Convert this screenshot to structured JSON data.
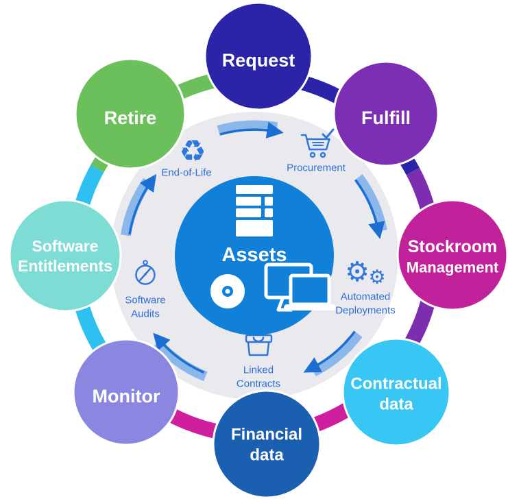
{
  "title": "Assets lifecycle circular diagram",
  "center": {
    "label": "Assets",
    "color": "#1180d8",
    "icons": [
      "server-stack-icon",
      "cd-disc-icon",
      "monitor-laptop-icon"
    ]
  },
  "outer_nodes": [
    {
      "id": "request",
      "lines": [
        "Request"
      ],
      "color": "#2b24a8"
    },
    {
      "id": "fulfill",
      "lines": [
        "Fulfill"
      ],
      "color": "#7c2fb2"
    },
    {
      "id": "stockroom-management",
      "lines": [
        "Stockroom",
        "Management"
      ],
      "color": "#c2219c"
    },
    {
      "id": "contractual-data",
      "lines": [
        "Contractual",
        "data"
      ],
      "color": "#38c6f4"
    },
    {
      "id": "financial-data",
      "lines": [
        "Financial",
        "data"
      ],
      "color": "#1a5fb0"
    },
    {
      "id": "monitor",
      "lines": [
        "Monitor"
      ],
      "color": "#8b87e0"
    },
    {
      "id": "software-entitlements",
      "lines": [
        "Software",
        "Entitlements"
      ],
      "color": "#7ddcd3"
    },
    {
      "id": "retire",
      "lines": [
        "Retire"
      ],
      "color": "#6cc05c"
    }
  ],
  "inner_nodes": [
    {
      "id": "end-of-life",
      "lines": [
        "End-of-Life"
      ],
      "icon": "recycle-icon"
    },
    {
      "id": "procurement",
      "lines": [
        "Procurement"
      ],
      "icon": "shopping-cart-icon"
    },
    {
      "id": "automated-deployments",
      "lines": [
        "Automated",
        "Deployments"
      ],
      "icon": "gears-icon"
    },
    {
      "id": "linked-contracts",
      "lines": [
        "Linked",
        "Contracts"
      ],
      "icon": "archive-box-icon"
    },
    {
      "id": "software-audits",
      "lines": [
        "Software",
        "Audits"
      ],
      "icon": "compass-icon"
    }
  ],
  "ring_segments": [
    {
      "id": "segment-request-fulfill",
      "color": "#2b24a8"
    },
    {
      "id": "segment-fulfill-stockroom",
      "color": "#7d2eb0"
    },
    {
      "id": "segment-stockroom-financial",
      "color": "#cf1f9e"
    },
    {
      "id": "segment-monitor-entitlements",
      "color": "#2fc0f2"
    },
    {
      "id": "segment-retire-request",
      "color": "#6cc05c"
    }
  ],
  "glyphs": {
    "recycle": "♻",
    "gear_large": "⚙",
    "gear_small": "⚙"
  },
  "colors": {
    "hub_gray": "#eaeaee",
    "inner_text": "#2e6fd8",
    "icon_blue": "#2e77dd",
    "arrow_band": "#8cb7ea",
    "arrow_line": "#1b6ed2"
  }
}
